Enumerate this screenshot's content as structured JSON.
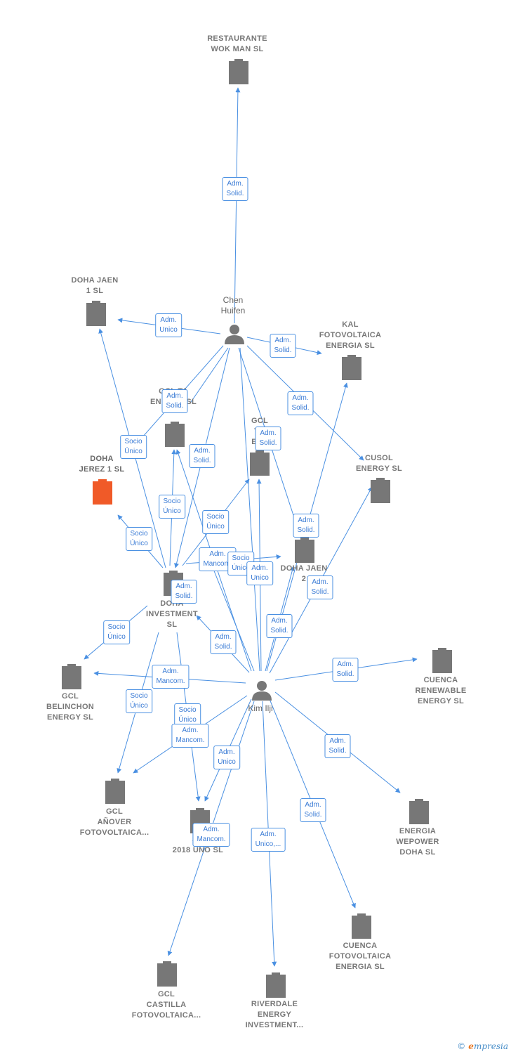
{
  "colors": {
    "edge": "#4a90e2",
    "building": "#777777",
    "highlight": "#f05a28",
    "person": "#777777"
  },
  "persons": {
    "chen": {
      "label": "Chen\nHuifen"
    },
    "kim": {
      "label": "Kim Ilji"
    }
  },
  "companies": {
    "restaurante": {
      "label": "RESTAURANTE\nWOK MAN SL"
    },
    "doha_jaen1": {
      "label": "DOHA JAEN\n1  SL"
    },
    "kal": {
      "label": "KAL\nFOTOVOLTAICA\nENERGIA  SL"
    },
    "gcl_ta": {
      "label": "GCL TA\nENERGY  SL"
    },
    "gcl_to": {
      "label": "GCL\nTO\nENE"
    },
    "cusol": {
      "label": "CUSOL\nENERGY  SL"
    },
    "doha_jerez": {
      "label": "DOHA\nJEREZ 1  SL"
    },
    "doha_jaen2": {
      "label": "DOHA JAEN\n2"
    },
    "doha_invest": {
      "label": "DOHA\nINVESTMENT\nSL"
    },
    "gcl_belinchon": {
      "label": "GCL\nBELINCHON\nENERGY  SL"
    },
    "cuenca_renew": {
      "label": "CUENCA\nRENEWABLE\nENERGY  SL"
    },
    "gcl_anover": {
      "label": "GCL\nAÑOVER\nFOTOVOLTAICA..."
    },
    "so2018": {
      "label": "SO\n2018 UNO  SL"
    },
    "energia_wepower": {
      "label": "ENERGIA\nWEPOWER\nDOHA  SL"
    },
    "cuenca_foto": {
      "label": "CUENCA\nFOTOVOLTAICA\nENERGIA  SL"
    },
    "gcl_castilla": {
      "label": "GCL\nCASTILLA\nFOTOVOLTAICA..."
    },
    "riverdale": {
      "label": "RIVERDALE\nENERGY\nINVESTMENT..."
    }
  },
  "relations": [
    {
      "text": "Adm.\nSolid."
    },
    {
      "text": "Adm.\nUnico"
    },
    {
      "text": "Adm.\nSolid."
    },
    {
      "text": "Adm.\nSolid."
    },
    {
      "text": "Adm.\nSolid."
    },
    {
      "text": "Socio\nÚnico"
    },
    {
      "text": "Adm.\nSolid."
    },
    {
      "text": "Adm.\nSolid."
    },
    {
      "text": "Socio\nÚnico"
    },
    {
      "text": "Socio\nÚnico"
    },
    {
      "text": "Socio\nÚnico"
    },
    {
      "text": "Adm.\nMancom."
    },
    {
      "text": "Socio\nÚnico"
    },
    {
      "text": "Adm.\nUnico"
    },
    {
      "text": "Adm.\nSolid."
    },
    {
      "text": "Adm.\nSolid."
    },
    {
      "text": "Adm.\nSolid."
    },
    {
      "text": "Adm.\nSolid."
    },
    {
      "text": "Adm.\nSolid."
    },
    {
      "text": "Socio\nÚnico"
    },
    {
      "text": "Adm.\nMancom."
    },
    {
      "text": "Socio\nÚnico"
    },
    {
      "text": "Socio\nÚnico"
    },
    {
      "text": "Adm.\nMancom."
    },
    {
      "text": "Adm.\nUnico"
    },
    {
      "text": "Adm.\nSolid."
    },
    {
      "text": "Adm.\nSolid."
    },
    {
      "text": "Adm.\nMancom."
    },
    {
      "text": "Adm.\nUnico,..."
    },
    {
      "text": "Adm.\nSolid."
    }
  ],
  "footer": {
    "copyright": "©",
    "brand_e": "e",
    "brand_rest": "mpresia"
  }
}
